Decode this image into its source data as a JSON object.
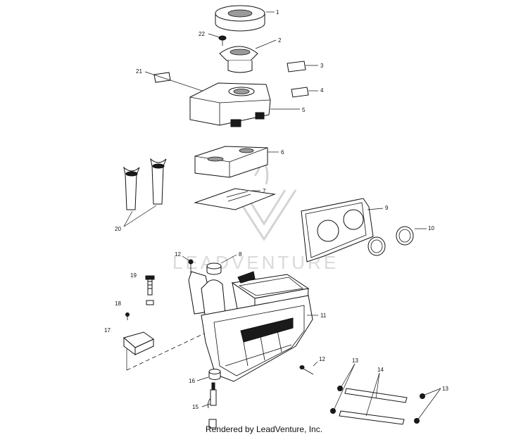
{
  "watermark": {
    "brand": "LEADVENTURE"
  },
  "callouts": {
    "c1": "1",
    "c2": "2",
    "c3": "3",
    "c4": "4",
    "c5": "5",
    "c6": "6",
    "c7": "7",
    "c8": "8",
    "c9": "9",
    "c10": "10",
    "c11": "11",
    "c12a": "12",
    "c12b": "12",
    "c13a": "13",
    "c13b": "13",
    "c14": "14",
    "c15": "15",
    "c16": "16",
    "c17": "17",
    "c18": "18",
    "c19": "19",
    "c20": "20",
    "c21": "21",
    "c22": "22"
  },
  "footer": {
    "text": "Rendered by LeadVenture, Inc."
  }
}
